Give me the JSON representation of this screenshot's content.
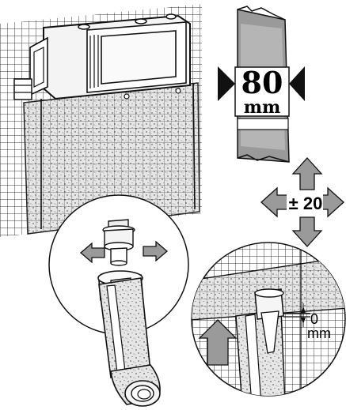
{
  "wall_thickness": {
    "value": "80",
    "unit": "mm"
  },
  "adjustment": {
    "label": "± 20"
  },
  "clearance": {
    "value": "0",
    "unit": "mm"
  }
}
